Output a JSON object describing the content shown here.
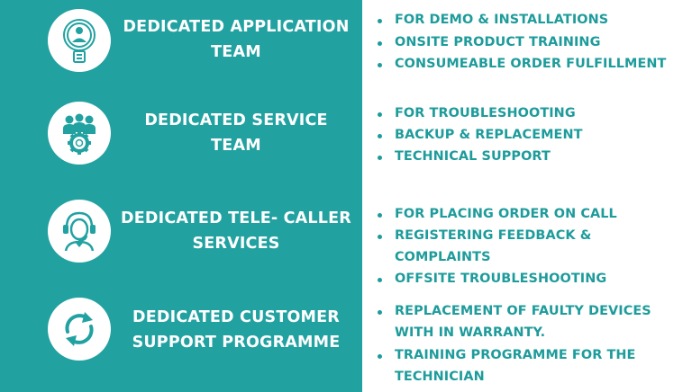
{
  "colors": {
    "teal": "#22a1a1",
    "text_teal": "#1e9b9b",
    "white": "#ffffff"
  },
  "services": [
    {
      "icon": "id-badge-person-icon",
      "title": [
        "DEDICATED APPLICATION",
        "TEAM"
      ],
      "bullets": [
        "FOR DEMO & INSTALLATIONS",
        "ONSITE PRODUCT TRAINING",
        "CONSUMEABLE ORDER FULFILLMENT"
      ]
    },
    {
      "icon": "team-gear-icon",
      "title": [
        "DEDICATED SERVICE",
        "TEAM"
      ],
      "bullets": [
        "FOR TROUBLESHOOTING",
        "BACKUP & REPLACEMENT",
        "TECHNICAL SUPPORT"
      ]
    },
    {
      "icon": "headset-agent-icon",
      "title": [
        "DEDICATED TELE- CALLER",
        "SERVICES"
      ],
      "bullets": [
        "FOR PLACING ORDER ON CALL",
        "REGISTERING FEEDBACK &",
        "COMPLAINTS",
        "OFFSITE TROUBLESHOOTING"
      ]
    },
    {
      "icon": "refresh-cycle-icon",
      "title": [
        "DEDICATED CUSTOMER",
        "SUPPORT PROGRAMME"
      ],
      "bullets": [
        "REPLACEMENT OF FAULTY DEVICES",
        "WITH IN WARRANTY.",
        "TRAINING PROGRAMME FOR THE",
        "TECHNICIAN"
      ]
    }
  ]
}
